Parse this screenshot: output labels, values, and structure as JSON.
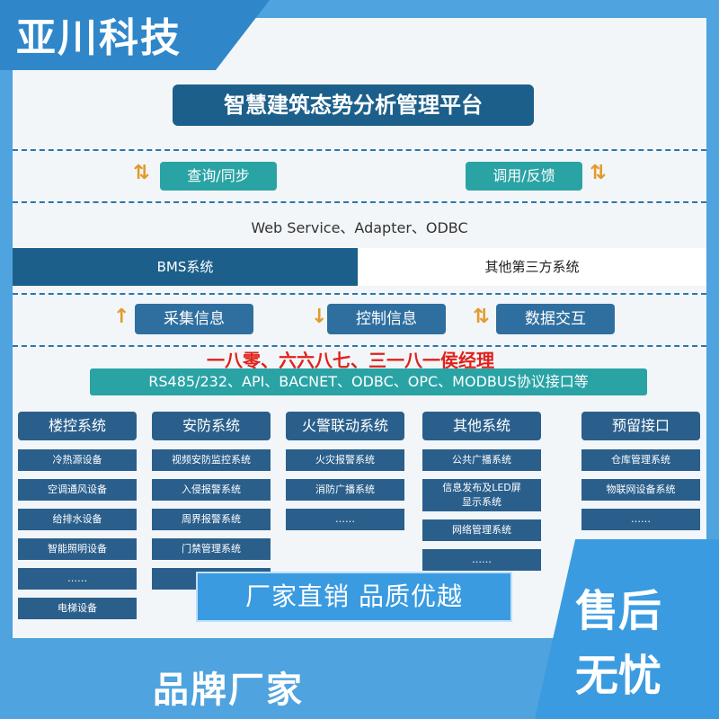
{
  "brand": "亚川科技",
  "platform_title": "智慧建筑态势分析管理平台",
  "sync": {
    "left": "查询/同步",
    "right": "调用/反馈"
  },
  "interfaces": "Web Service、Adapter、ODBC",
  "systems": {
    "bms": "BMS系统",
    "third_party": "其他第三方系统"
  },
  "info": {
    "collect": "采集信息",
    "control": "控制信息",
    "exchange": "数据交互"
  },
  "watermark": "一八零、六六八七、三一八一侯经理",
  "protocols": "RS485/232、API、BACNET、ODBC、OPC、MODBUS协议接口等",
  "columns": [
    {
      "title": "楼控系统",
      "items": [
        "冷热源设备",
        "空调通风设备",
        "给排水设备",
        "智能照明设备",
        "……",
        "电梯设备"
      ]
    },
    {
      "title": "安防系统",
      "items": [
        "视频安防监控系统",
        "入侵报警系统",
        "周界报警系统",
        "门禁管理系统",
        ""
      ]
    },
    {
      "title": "火警联动系统",
      "items": [
        "火灾报警系统",
        "消防广播系统",
        "……"
      ]
    },
    {
      "title": "其他系统",
      "items": [
        "公共广播系统",
        "信息发布及LED屏\n显示系统",
        "网络管理系统",
        "……"
      ]
    },
    {
      "title": "预留接口",
      "items": [
        "仓库管理系统",
        "物联网设备系统",
        "……"
      ]
    }
  ],
  "promo": "厂家直销  品质优越",
  "after_sales": {
    "line1": "售后",
    "line2": "无忧"
  },
  "bottom": "品牌厂家",
  "colors": {
    "navy": "#1c5f8a",
    "teal": "#2aa3a5",
    "blue": "#3a9be0",
    "red": "#e0211a"
  }
}
